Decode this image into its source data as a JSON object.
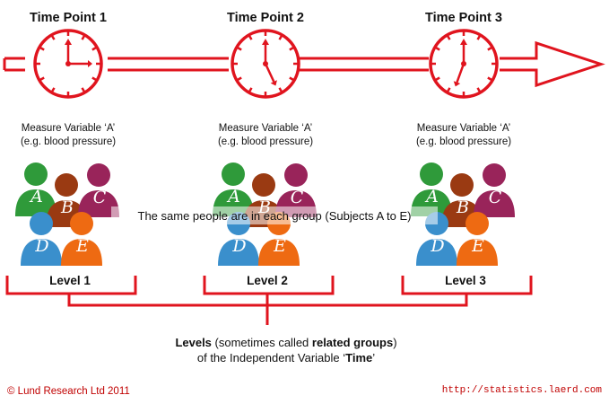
{
  "time_points": [
    {
      "title": "Time Point 1",
      "measure_line1": "Measure Variable ‘A’",
      "measure_line2": "(e.g. blood pressure)",
      "level": "Level 1"
    },
    {
      "title": "Time Point 2",
      "measure_line1": "Measure Variable ‘A’",
      "measure_line2": "(e.g. blood pressure)",
      "level": "Level 2"
    },
    {
      "title": "Time Point 3",
      "measure_line1": "Measure Variable ‘A’",
      "measure_line2": "(e.g. blood pressure)",
      "level": "Level 3"
    }
  ],
  "subjects": [
    "A",
    "B",
    "C",
    "D",
    "E"
  ],
  "banner": "The same people are in each group (Subjects A to E)",
  "caption": {
    "line1_part1": "Levels",
    "line1_part2": " (sometimes called ",
    "line1_part3": "related groups",
    "line1_part4": ")",
    "line2_part1": "of the Independent Variable ‘",
    "line2_part2": "Time",
    "line2_part3": "’"
  },
  "footer": {
    "copyright": "© Lund Research Ltd 2011",
    "url": "http://statistics.laerd.com"
  },
  "colors": {
    "accent_red": "#e0141e",
    "person_a": "#2f9a3a",
    "person_b": "#9a3a12",
    "person_c": "#99245a",
    "person_d": "#3a8fcc",
    "person_e": "#ee6a12"
  }
}
